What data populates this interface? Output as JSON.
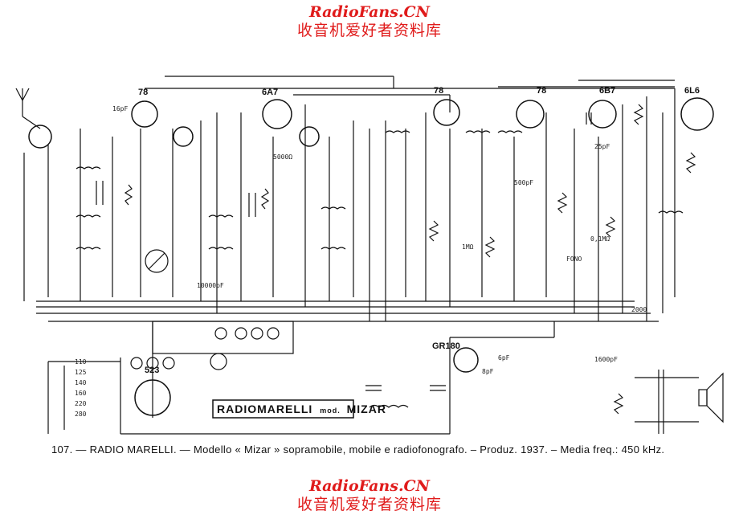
{
  "watermark": {
    "site": "RadioFans.CN",
    "chinese": "收音机爱好者资料库"
  },
  "schematic": {
    "tubes": [
      "78",
      "6A7",
      "78",
      "78",
      "6B7",
      "6L6",
      "523",
      "GR180"
    ],
    "brand_plate": {
      "brand": "RADIOMARELLI",
      "mod_prefix": "mod.",
      "model": "MIZAR"
    },
    "voltage_taps": [
      "110",
      "125",
      "140",
      "160",
      "220",
      "280"
    ],
    "component_labels": [
      "16pF",
      "5000Ω",
      "500pF",
      "0,1MΩ",
      "10000pF",
      "1MΩ",
      "25pF",
      "8pF",
      "6pF",
      "FONO",
      "2000",
      "1600pF"
    ]
  },
  "caption": "107. — RADIO MARELLI. — Modello « Mizar » sopramobile, mobile e radiofonografo. – Produz. 1937. – Media freq.: 450 kHz."
}
